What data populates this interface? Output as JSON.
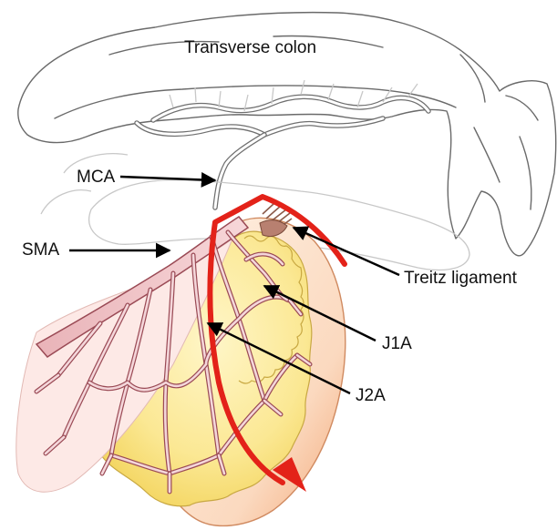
{
  "labels": {
    "transverse_colon": "Transverse colon",
    "mca": "MCA",
    "sma": "SMA",
    "treitz": "Treitz ligament",
    "j1a": "J1A",
    "j2a": "J2A"
  },
  "colors": {
    "cut_line": "#e32219",
    "fat": "#f7e27a",
    "bowel_edge": "#f0a070",
    "vessel": "#c46a78"
  }
}
